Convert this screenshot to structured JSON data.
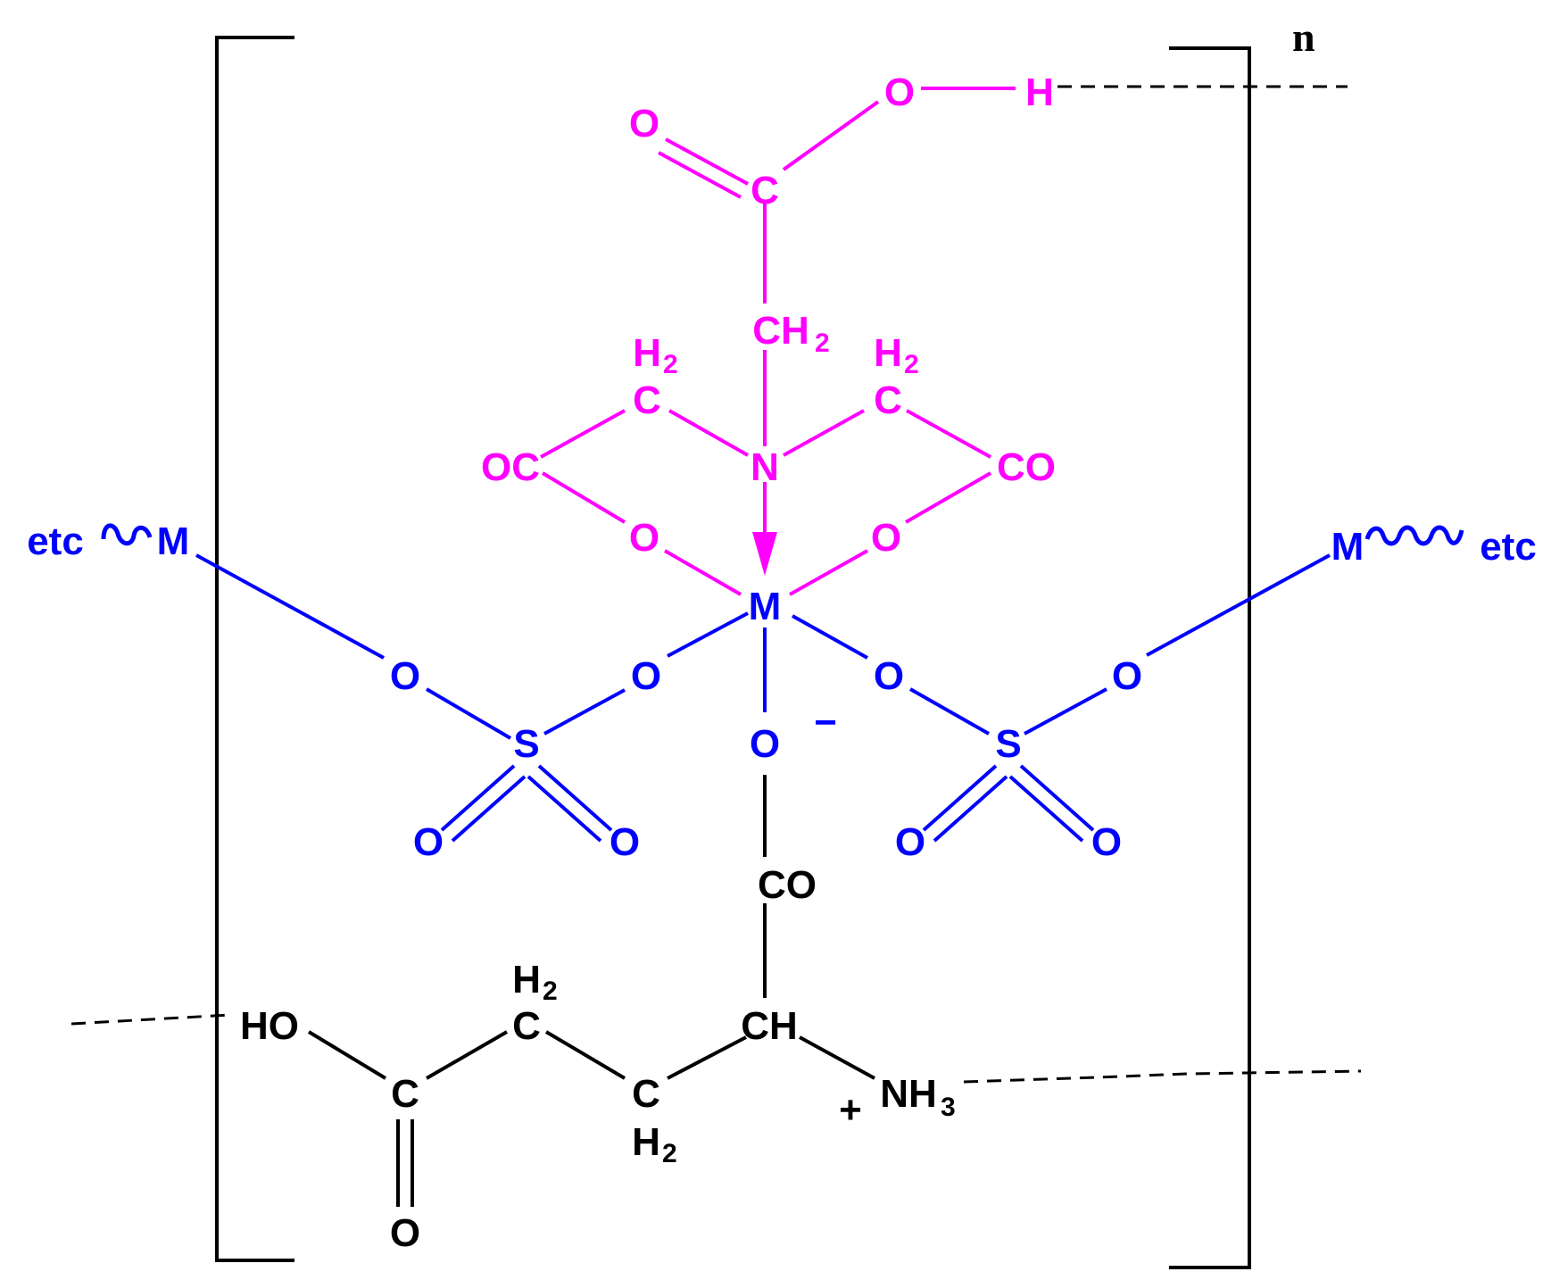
{
  "colors": {
    "ligand": "#ff00ff",
    "metal": "#0000ff",
    "backbone": "#000000"
  },
  "polymer": {
    "repeat_label": "n"
  },
  "ligand": {
    "carbonyl_o": "O",
    "hydroxyl_o": "O",
    "hydroxyl_h": "H",
    "carboxyl_c": "C",
    "methylene": {
      "main": "CH",
      "sub": "2"
    },
    "left_methylene": {
      "h": "H",
      "sub": "2",
      "c": "C"
    },
    "right_methylene": {
      "h": "H",
      "sub": "2",
      "c": "C"
    },
    "nitrogen": "N",
    "left_carboxyl": "OC",
    "right_carboxyl": "CO",
    "left_o": "O",
    "right_o": "O"
  },
  "metal_center": {
    "metal": "M",
    "left_end": {
      "etc": "etc",
      "metal": "M"
    },
    "right_end": {
      "metal": "M",
      "etc": "etc"
    },
    "sulfate_left": {
      "o_outer": "O",
      "o_inner": "O",
      "s": "S",
      "o_bottom_left": "O",
      "o_bottom_right": "O"
    },
    "sulfate_right": {
      "o_inner": "O",
      "o_outer": "O",
      "s": "S",
      "o_bottom_left": "O",
      "o_bottom_right": "O"
    },
    "bridge_o": "O",
    "charge": "−"
  },
  "backbone": {
    "co": "CO",
    "ho": "HO",
    "c1": "C",
    "c1_o": "O",
    "ch2_top": {
      "h": "H",
      "sub": "2",
      "c": "C"
    },
    "ch": "CH",
    "ch2_bottom": {
      "c": "C",
      "h": "H",
      "sub": "2"
    },
    "plus": "+",
    "nh3": {
      "main": "NH",
      "sub": "3"
    }
  }
}
